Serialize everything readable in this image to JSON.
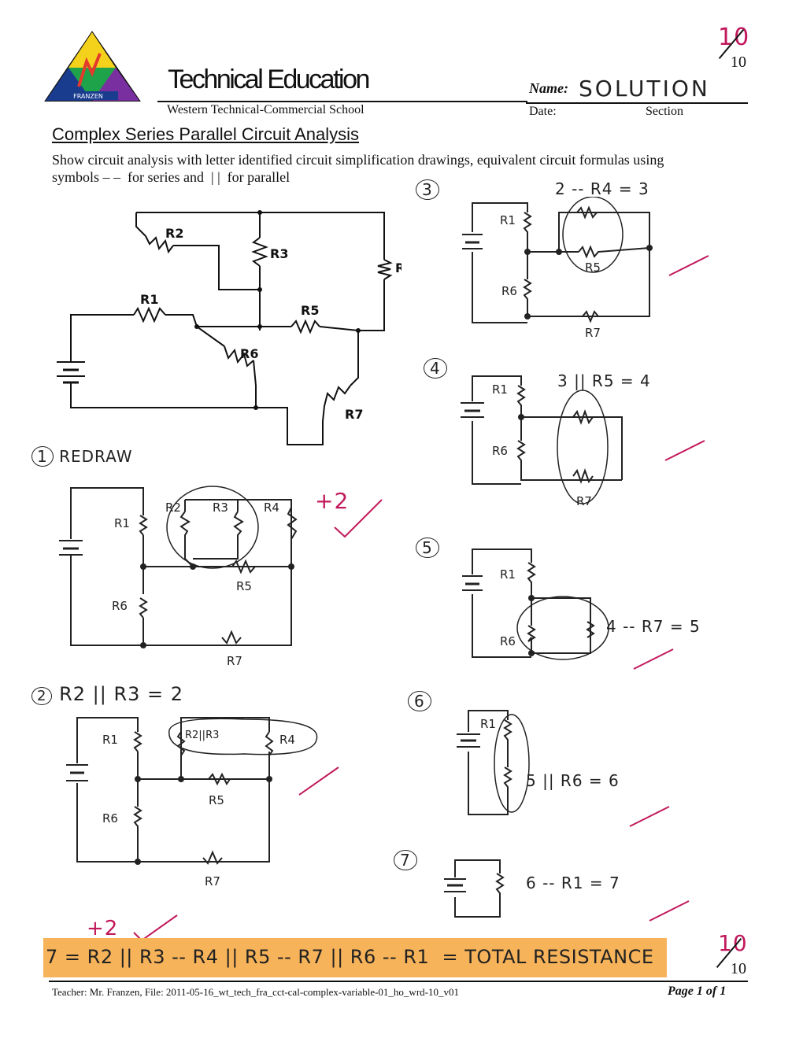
{
  "header": {
    "logo_text": "FRANZEN",
    "brand": "Technical Education",
    "school": "Western Technical-Commercial School",
    "name_label": "Name:",
    "name_value": "SOLUTION",
    "date_label": "Date:",
    "section_label": "Section",
    "score_top": "10",
    "score_top_total": "10"
  },
  "title": "Complex Series Parallel Circuit Analysis",
  "instructions_line1": "Show circuit analysis with letter identified circuit simplification drawings, equivalent circuit formulas using",
  "instructions_line2": "symbols – –  for series and  | |  for parallel",
  "resistors": [
    "R1",
    "R2",
    "R3",
    "R4",
    "R5",
    "R6",
    "R7"
  ],
  "steps": [
    {
      "num": "1",
      "label": "REDRAW",
      "mark": "+2"
    },
    {
      "num": "2",
      "label": "R2 || R3 = 2",
      "inner": "R2||R3"
    },
    {
      "num": "3",
      "label": "2 -- R4 = 3"
    },
    {
      "num": "4",
      "label": "3 || R5 = 4"
    },
    {
      "num": "5",
      "label": "4 -- R7 = 5"
    },
    {
      "num": "6",
      "label": "5 || R6 = 6"
    },
    {
      "num": "7",
      "label": "6 -- R1 = 7"
    }
  ],
  "final": {
    "mark": "+2",
    "formula": "7 = R2 || R3 -- R4 || R5 -- R7 || R6 -- R1  = TOTAL RESISTANCE",
    "highlight_color": "#f7b35a",
    "score": "10",
    "score_total": "10"
  },
  "footer": {
    "teacher": "Teacher: Mr. Franzen, File: 2011-05-16_wt_tech_fra_cct-cal-complex-variable-01_ho_wrd-10_v01",
    "page": "Page 1 of 1"
  },
  "colors": {
    "ink": "#222222",
    "check": "#c2185b",
    "logo_green": "#1fa34a",
    "logo_yellow": "#f4d21c",
    "logo_blue": "#1a3c8f"
  }
}
